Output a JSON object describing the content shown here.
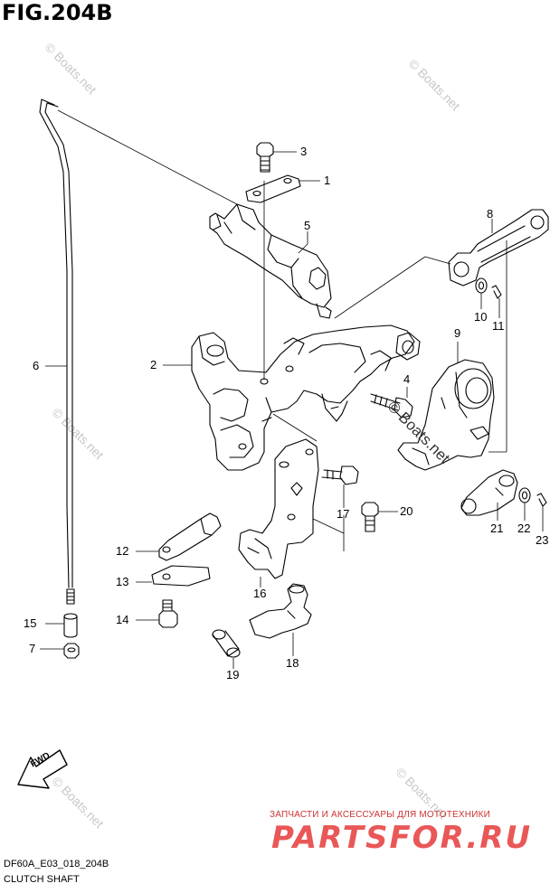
{
  "figure": {
    "title": "FIG.204B",
    "model_code": "DF60A_E03_018_204B",
    "section_name": "CLUTCH SHAFT"
  },
  "callouts": [
    {
      "id": "c1",
      "label": "1"
    },
    {
      "id": "c2",
      "label": "2"
    },
    {
      "id": "c3",
      "label": "3"
    },
    {
      "id": "c4",
      "label": "4"
    },
    {
      "id": "c5",
      "label": "5"
    },
    {
      "id": "c6",
      "label": "6"
    },
    {
      "id": "c7",
      "label": "7"
    },
    {
      "id": "c8",
      "label": "8"
    },
    {
      "id": "c9",
      "label": "9"
    },
    {
      "id": "c10",
      "label": "10"
    },
    {
      "id": "c11",
      "label": "11"
    },
    {
      "id": "c12",
      "label": "12"
    },
    {
      "id": "c13",
      "label": "13"
    },
    {
      "id": "c14",
      "label": "14"
    },
    {
      "id": "c15",
      "label": "15"
    },
    {
      "id": "c16",
      "label": "16"
    },
    {
      "id": "c17",
      "label": "17"
    },
    {
      "id": "c18",
      "label": "18"
    },
    {
      "id": "c19",
      "label": "19"
    },
    {
      "id": "c20",
      "label": "20"
    },
    {
      "id": "c21",
      "label": "21"
    },
    {
      "id": "c22",
      "label": "22"
    },
    {
      "id": "c23",
      "label": "23"
    }
  ],
  "fwd_label": "FWD",
  "watermarks": {
    "boats": "© Boats.net",
    "shop_caption": "ЗАПЧАСТИ И АКСЕССУАРЫ ДЛЯ МОТОТЕХНИКИ",
    "shop_logo": "PARTSFOR.RU"
  },
  "colors": {
    "line": "#000000",
    "watermark_grey": "#c8c8c8",
    "watermark_red": "#e63a3a"
  }
}
